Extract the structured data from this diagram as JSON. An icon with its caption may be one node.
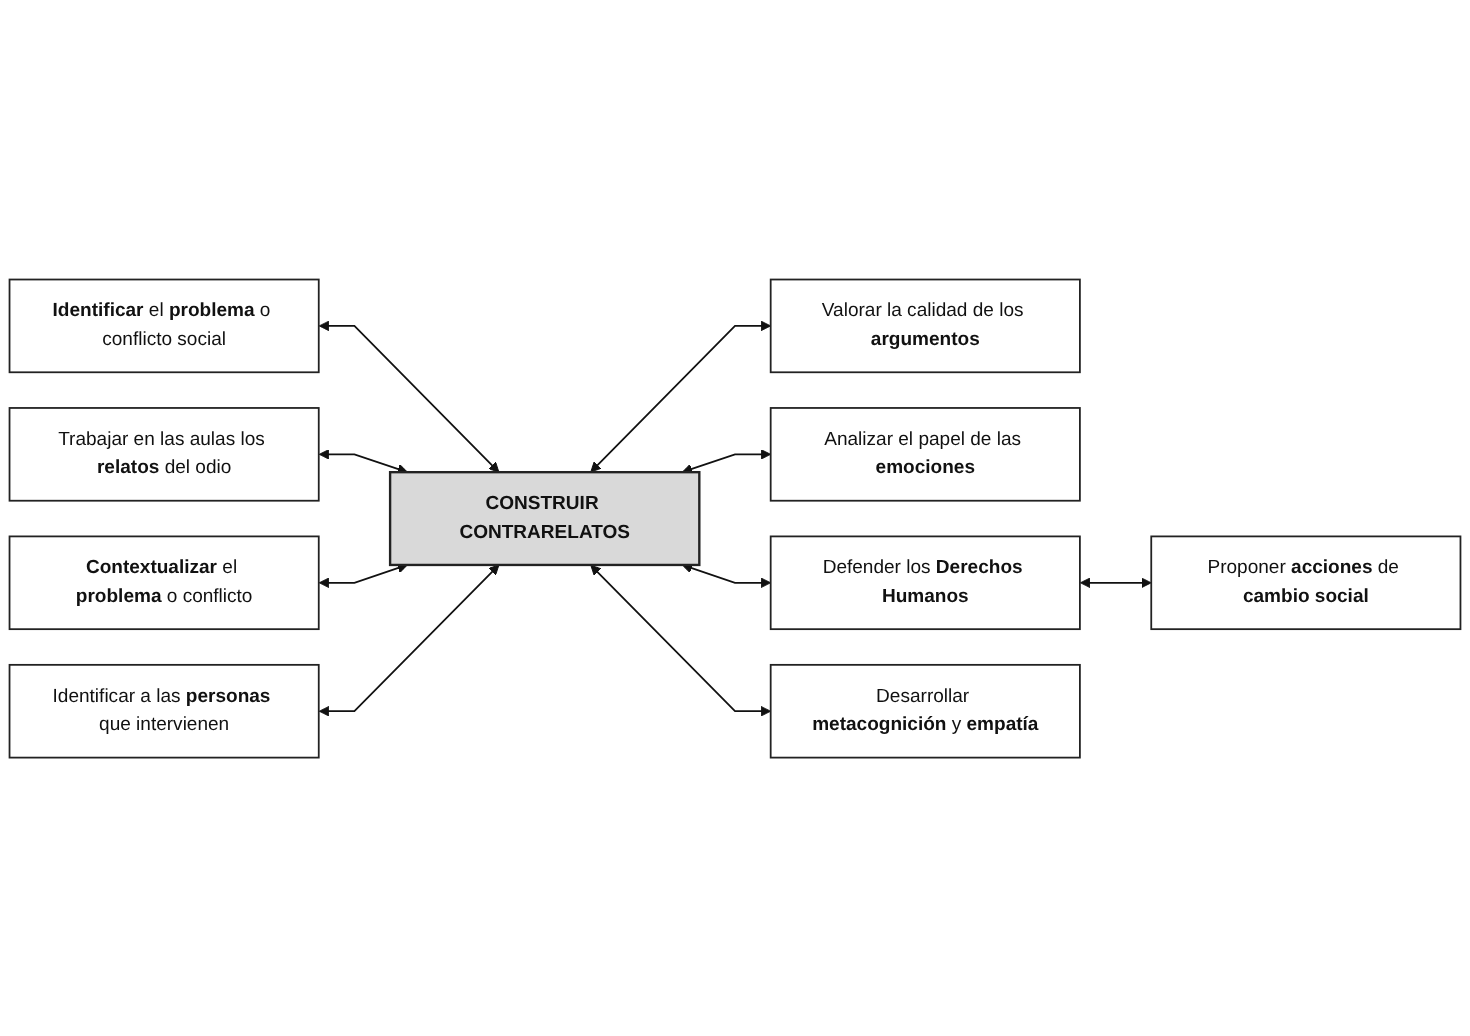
{
  "diagram": {
    "nodes": [
      {
        "text": [
          "**Identificar** el **problema** o conflicto social"
        ]
      },
      {
        "text": [
          "Trabajar en las aulas los **relatos** del odio"
        ]
      },
      {
        "text": [
          "Valorar la calidad de los **argumentos**"
        ]
      },
      {
        "text": [
          "**Contextualizar** el **problema** o conflicto"
        ]
      },
      {
        "text": [
          "CONSTRUIR CONTRARELATOS"
        ]
      },
      {
        "text": [
          "Analizar el papel de las **emociones**"
        ]
      },
      {
        "text": [
          "Identificar a las **personas** que intervienen"
        ]
      },
      {
        "text": [
          "Defender los **Derechos Humanos**"
        ]
      },
      {
        "text": [
          "Desarrollar **metacognición** y **empatía**"
        ]
      },
      {
        "text": [
          "Proponer **acciones** de **cambio social**"
        ]
      }
    ],
    "edges": [
      {
        "from": 0,
        "to": 4,
        "arrow": "both"
      },
      {
        "from": 1,
        "to": 4,
        "arrow": "both"
      },
      {
        "from": 4,
        "to": 2,
        "arrow": "both"
      },
      {
        "from": 3,
        "to": 4,
        "arrow": "both"
      },
      {
        "from": 4,
        "to": 5,
        "arrow": "both"
      },
      {
        "from": 6,
        "to": 4,
        "arrow": "both"
      },
      {
        "from": 4,
        "to": 7,
        "arrow": "both"
      },
      {
        "from": 4,
        "to": 8,
        "arrow": "both"
      },
      {
        "from": 7,
        "to": 9,
        "arrow": "both"
      }
    ]
  }
}
